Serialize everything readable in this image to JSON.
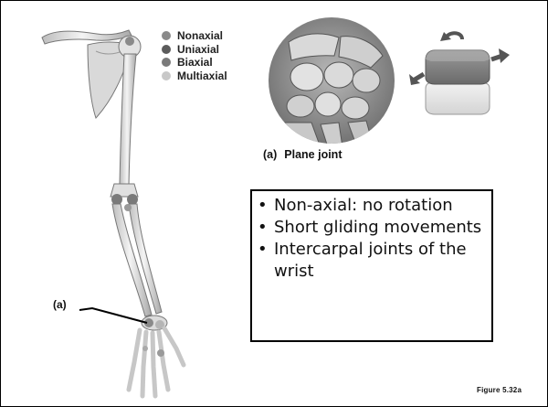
{
  "legend": [
    {
      "label": "Nonaxial",
      "color": "#8a8a8a"
    },
    {
      "label": "Uniaxial",
      "color": "#5c5c5c"
    },
    {
      "label": "Biaxial",
      "color": "#7a7a7a"
    },
    {
      "label": "Multiaxial",
      "color": "#c8c8c8"
    }
  ],
  "caption": {
    "letter": "(a)",
    "text": "Plane joint"
  },
  "bullets": [
    "Non-axial: no rotation",
    "Short gliding movements",
    "Intercarpal joints of the wrist"
  ],
  "pointer_label": "(a)",
  "figure_ref": "Figure 5.32a"
}
